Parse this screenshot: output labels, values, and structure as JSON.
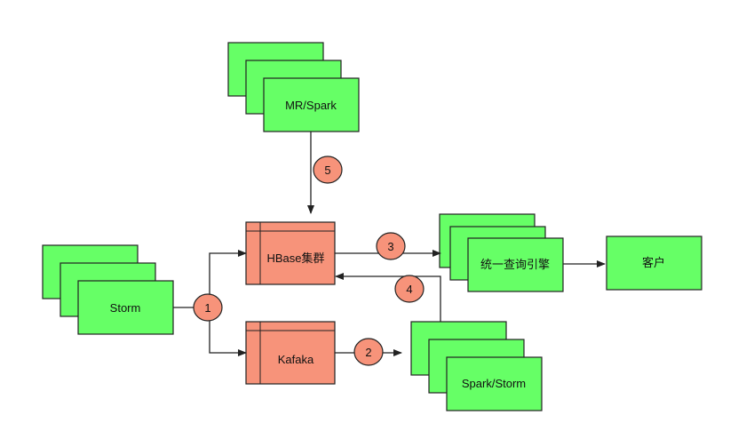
{
  "colors": {
    "node_fill": "#66ff66",
    "store_fill": "#f7937a",
    "stroke": "#222222",
    "badge_fill": "#f7937a"
  },
  "nodes": {
    "mr_spark": "MR/Spark",
    "hbase": "HBase集群",
    "kafaka": "Kafaka",
    "storm": "Storm",
    "spark_storm": "Spark/Storm",
    "query_engine": "统一查询引擎",
    "client": "客户"
  },
  "steps": [
    "1",
    "2",
    "3",
    "4",
    "5"
  ]
}
